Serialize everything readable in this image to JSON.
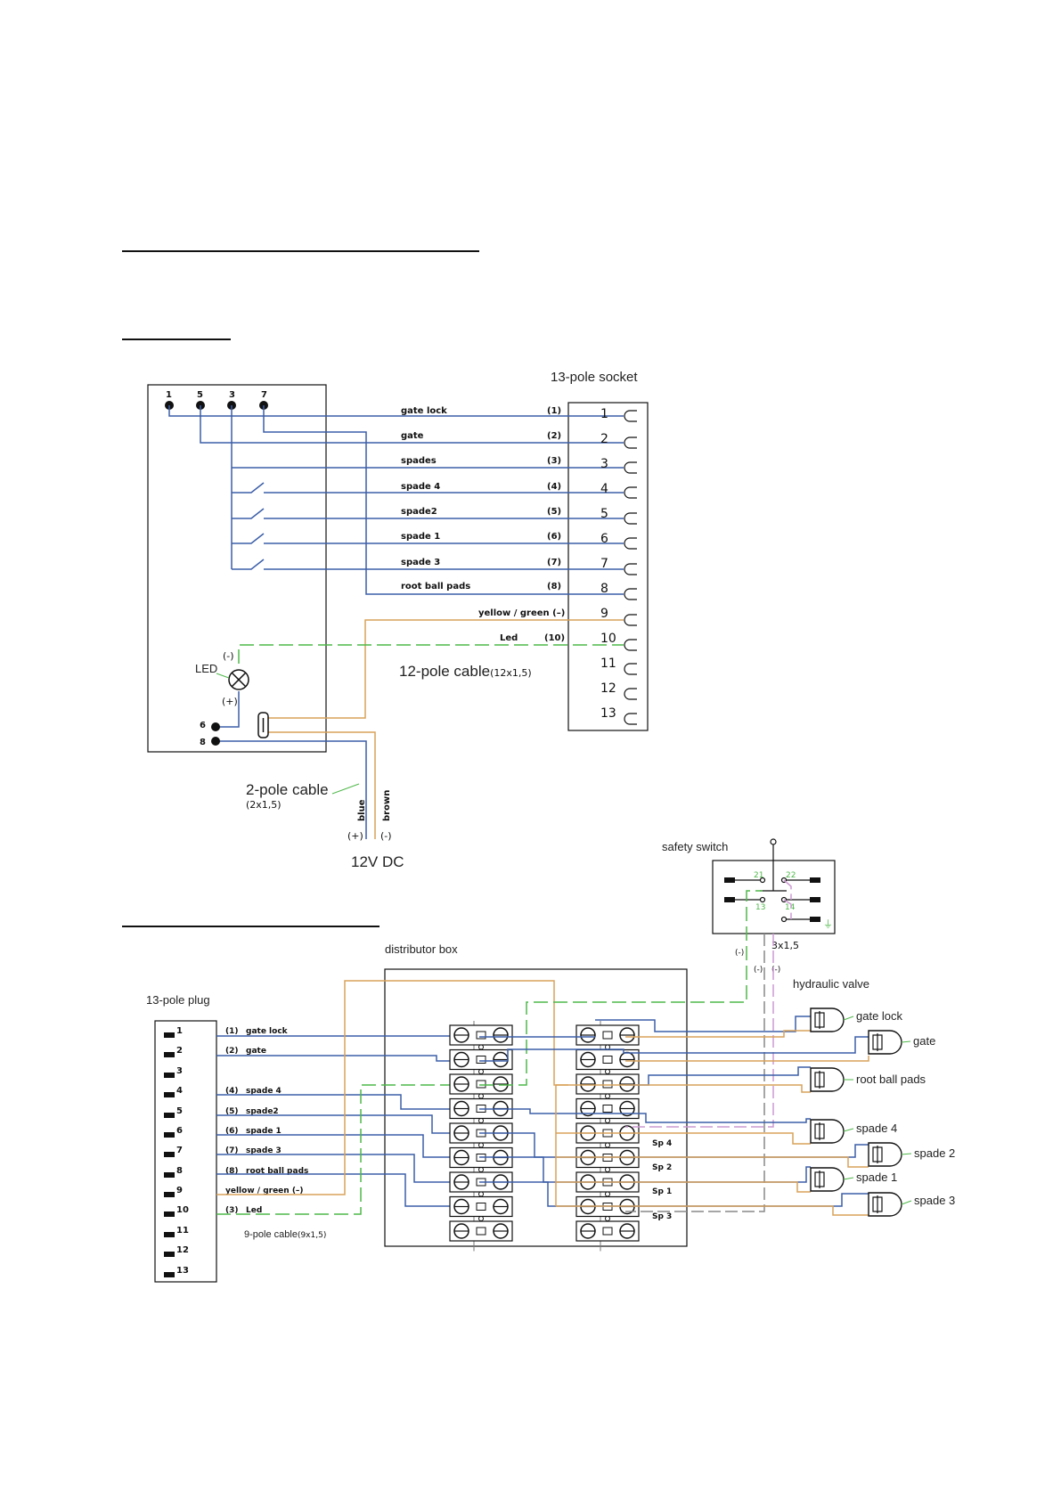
{
  "upper": {
    "socket_title": "13-pole socket",
    "control_pins": [
      "1",
      "5",
      "3",
      "7"
    ],
    "control_bottom_pins": [
      "6",
      "8"
    ],
    "led_label": "LED",
    "led_minus": "(-)",
    "led_plus": "(+)",
    "wires": [
      {
        "label": "gate lock",
        "num": "(1)"
      },
      {
        "label": "gate",
        "num": "(2)"
      },
      {
        "label": "spades",
        "num": "(3)"
      },
      {
        "label": "spade 4",
        "num": "(4)"
      },
      {
        "label": "spade2",
        "num": "(5)"
      },
      {
        "label": "spade 1",
        "num": "(6)"
      },
      {
        "label": "spade 3",
        "num": "(7)"
      },
      {
        "label": "root ball pads",
        "num": "(8)"
      },
      {
        "label": "yellow / green (–)",
        "num": ""
      },
      {
        "label": "Led",
        "num": "(10)"
      }
    ],
    "socket_pins": [
      "1",
      "2",
      "3",
      "4",
      "5",
      "6",
      "7",
      "8",
      "9",
      "10",
      "11",
      "12",
      "13"
    ],
    "cable12": "12-pole cable",
    "cable12_spec": "(12x1,5)",
    "cable2": "2-pole cable",
    "cable2_spec": "(2x1,5)",
    "blue_label": "blue",
    "brown_label": "brown",
    "plus": "(+)",
    "minus": "(-)",
    "supply": "12V DC"
  },
  "lower": {
    "safety_title": "safety switch",
    "contacts": [
      "21",
      "22",
      "13",
      "14"
    ],
    "cable3": "3x1,5",
    "minus": "(-)",
    "distributor_title": "distributor box",
    "valve_title": "hydraulic valve",
    "plug_title": "13-pole plug",
    "plug_pins": [
      "1",
      "2",
      "3",
      "4",
      "5",
      "6",
      "7",
      "8",
      "9",
      "10",
      "11",
      "12",
      "13"
    ],
    "plug_wires": [
      {
        "num": "(1)",
        "label": "gate lock"
      },
      {
        "num": "(2)",
        "label": "gate"
      },
      {
        "num": "",
        "label": ""
      },
      {
        "num": "(4)",
        "label": "spade 4"
      },
      {
        "num": "(5)",
        "label": "spade2"
      },
      {
        "num": "(6)",
        "label": "spade 1"
      },
      {
        "num": "(7)",
        "label": "spade 3"
      },
      {
        "num": "(8)",
        "label": "root ball pads"
      },
      {
        "num": "",
        "label": "yellow / green (–)"
      },
      {
        "num": "(3)",
        "label": "Led"
      }
    ],
    "cable9": "9-pole cable",
    "cable9_spec": "(9x1,5)",
    "sp_labels": [
      "Sp 4",
      "Sp 2",
      "Sp 1",
      "Sp 3"
    ],
    "valves": [
      "gate lock",
      "gate",
      "root ball pads",
      "spade 4",
      "spade 2",
      "spade 1",
      "spade 3"
    ]
  },
  "colors": {
    "blue": "#3b5ea8",
    "orange": "#d9a25a",
    "green": "#4fb84a",
    "pink": "#cc9ad2"
  }
}
